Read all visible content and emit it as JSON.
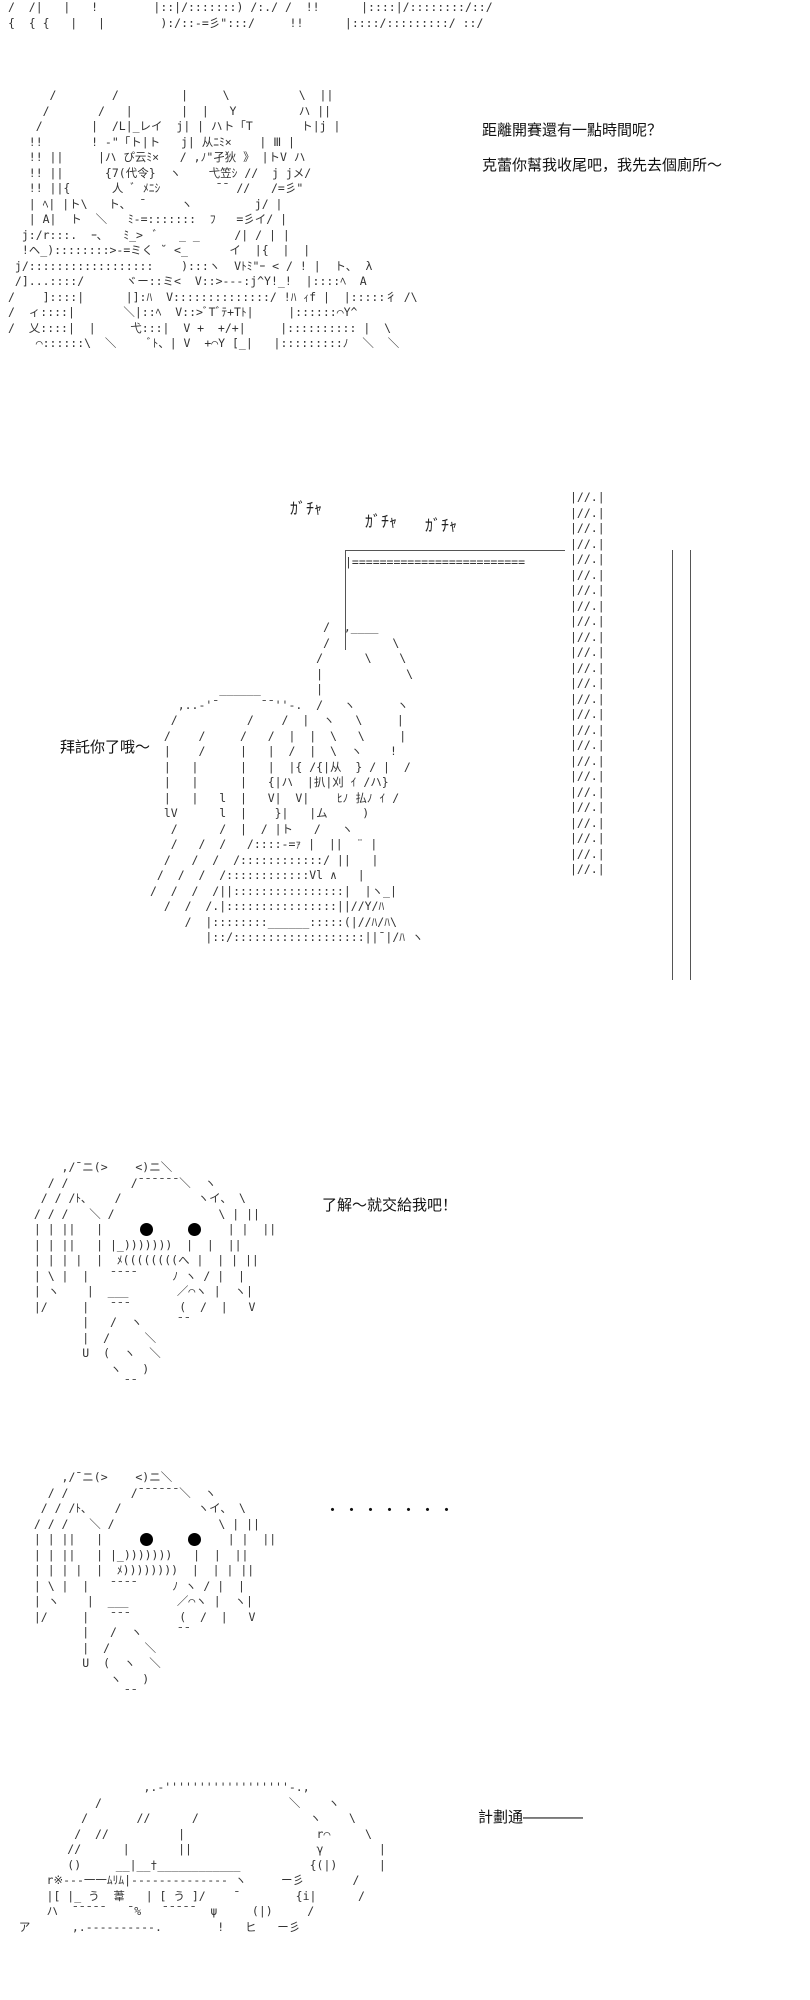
{
  "panel1": {
    "top_art": [
      "/  /|   |   !        |::|/:::::::) /:./ /  !!      |::::|/::::::::/::/",
      "{  { {   |   |        ):/::-=彡\":::/     !!      |::::/:::::::::/ ::/"
    ],
    "art": [
      "      /        /         |     \\          \\  ||",
      "     /       /   |       |  |   Y         ハ ||",
      "    /       |  /L|_レイ  j| | ハト「T       ト|j |",
      "   !!       ! -\"「ト|ト   j| 从ﾆﾐ×    | Ⅲ |",
      "   !! ||     |ハ ぴ云ﾐ×   / ,ﾉ\"孑狄 》 |トV ハ",
      "   !! ||      {7(代令}  ヽ    弋笠ｼ //  j jメ/",
      "   !! ||{      人 ﾞ ﾒﾆｼ        ¯¯ //   /=彡\"",
      "   | ﾍ| |ト\\   ト､  ¯     ヽ         j/ |",
      "   | A|  ト  ＼   ﾐ-=:::::::  ﾌ   =彡イ/ |",
      "  j:/r:::.  ｰ､   ﾐ_>  ﾞ   _ _     /| / | |",
      "  !ヘ_)::::::::>-=ミく ˘ <_      イ  |{  |  |",
      " j/::::::::::::::::::    ):::ヽ  Vﾄﾐ\"ｰ < / ! |  ト､  λ",
      " /]...::::/      ヾー::ミ<  V::>---:j^Y!_!  |::::ﾍ  A",
      "/    ]::::|      |]:ﾊ  V::::::::::::::/ !ﾊ ｨf |  |:::::彳 /\\",
      "/  ィ::::|       ＼|::ﾍ  V::>ﾞTﾞﾃ+Tﾄ|     |::::::⌒Y^",
      "/  乂::::|  |     弋:::|  V +  +/+|     |:::::::::: |  \\",
      "    ⌒::::::\\  ＼     ﾞﾄ、| V  +⌒Y [_|   |:::::::::ﾉ  ＼  ＼"
    ],
    "dialog": [
      "距離開賽還有一點時間呢？",
      "克蕾你幫我收尾吧，我先去個廁所～"
    ]
  },
  "panel2": {
    "sfx": [
      "ｶﾞﾁｬ",
      "ｶﾞﾁｬ",
      "ｶﾞﾁｬ"
    ],
    "rail": "|=========================",
    "door_art": [
      "|//.|",
      "|//.|",
      "|//.|",
      "|//.|",
      "|//.|",
      "|//.|",
      "|//.|",
      "|//.|",
      "|//.|",
      "|//.|",
      "|//.|",
      "|//.|",
      "|//.|",
      "|//.|",
      "|//.|",
      "|//.|",
      "|//.|",
      "|//.|",
      "|//.|",
      "|//.|",
      "|//.|",
      "|//.|",
      "|//.|",
      "|//.|",
      "|//.|"
    ],
    "art": [
      "                         /  ,____",
      "                         /         \\",
      "                        /      \\    \\",
      "                        |            \\",
      "          ______        |",
      "    ,..-'¯      ¯¯''-.  /   ヽ      ヽ",
      "   /          /    /  |  ヽ   \\     |",
      "  /    /     /   /  |  |  \\   \\     |",
      "  |    /     |   |  /  |  \\  ヽ    !",
      "  |   |      |   |  |{ /{|从  } / |  /",
      "  |   |      |   {|ハ  |扒|刈 ｲ /ハ}",
      "  |   |   l  |   V|  V|    ﾋﾉ 払ﾉ ｲ /",
      "  lV      l  |    }|   |ム     )",
      "   /      /  |  / |ト   /   ヽ",
      "   /   /  /   /::::-=ｧ |  ||  ¨ |",
      "  /   /  /  /::::::::::::/ ||   |",
      " /  /  /  /::::::::::::Vl ∧   |",
      "/  /  /  /||::::::::::::::::|  |ヽ_|",
      "  /  /  /.|::::::::::::::::||//Y/ﾊ",
      "     /  |::::::::______:::::(|//ﾊ/ﾊ\\",
      "        |::/:::::::::::::::::::||¯|/ﾊ ヽ"
    ],
    "dialog": "拜託你了哦～"
  },
  "panel3": {
    "art": [
      "      ,/¯ニ(>    <)ニ＼",
      "    / /         /¯¯¯¯¯¯＼  ヽ",
      "   / / /ﾄ､    /           ヽイ、 \\",
      "  / / /   ＼ /               \\ | ||",
      "  | | ||   |                  | |  ||",
      "  | | ||   | |_)))))))  |  |  ||",
      "  | | | |  |  ﾒ((((((((へ |  | | ||",
      "  | \\ |  |   ¯¯¯¯     ﾉ ヽ / |  |",
      "  | ヽ    |  ___       ／⌒ヽ |  ヽ|",
      "  |/     |   ¯¯¯       (  /  |   V",
      "         |   /  ヽ     ¯¯",
      "         |  /     ＼",
      "         U  (  ヽ  ＼",
      "             ヽ   )",
      "               ¯¯"
    ],
    "dialog": "了解～就交給我吧！"
  },
  "panel4": {
    "art": [
      "      ,/¯ニ(>    <)ニ＼",
      "    / /         /¯¯¯¯¯¯＼  ヽ",
      "   / / /ﾄ､    /           ヽイ、 \\",
      "  / / /   ＼ /               \\ | ||",
      "  | | ||   |                  | |  ||",
      "  | | ||   | |_)))))))   |  |  ||",
      "  | | | |  |  ﾒ))))))))  |  | | ||",
      "  | \\ |  |   ¯¯¯¯     ﾉ ヽ / |  |",
      "  | ヽ    |  ___       ／⌒ヽ |  ヽ|",
      "  |/     |   ¯¯¯       (  /  |   V",
      "         |   /  ヽ     ¯¯",
      "         |  /     ＼",
      "         U  (  ヽ  ＼",
      "             ヽ   )",
      "               ¯¯"
    ],
    "dialog": "・・・・・・・"
  },
  "panel5": {
    "art": [
      "                    ,.-''''''''''''''''''-.,",
      "             /                           ＼    ヽ",
      "           /       //      /                ヽ    \\",
      "          /  //          |                   r⌒     \\",
      "         //      |       ||                  γ        |",
      "         ()     __|__†____________          {(|)      |",
      "      r※---一一ﾑﾘﾑ|-------------- ヽ     ー彡       /",
      "      |[ |_ う  葦   | [ う ]/    ¯        {i|      /",
      "      ハ  ¯¯¯¯¯   ¯%   ¯¯¯¯¯  ψ     (|)     /",
      "  ア      ,.----------.        !   ヒ   ー彡"
    ],
    "dialog": "計劃通――――"
  }
}
